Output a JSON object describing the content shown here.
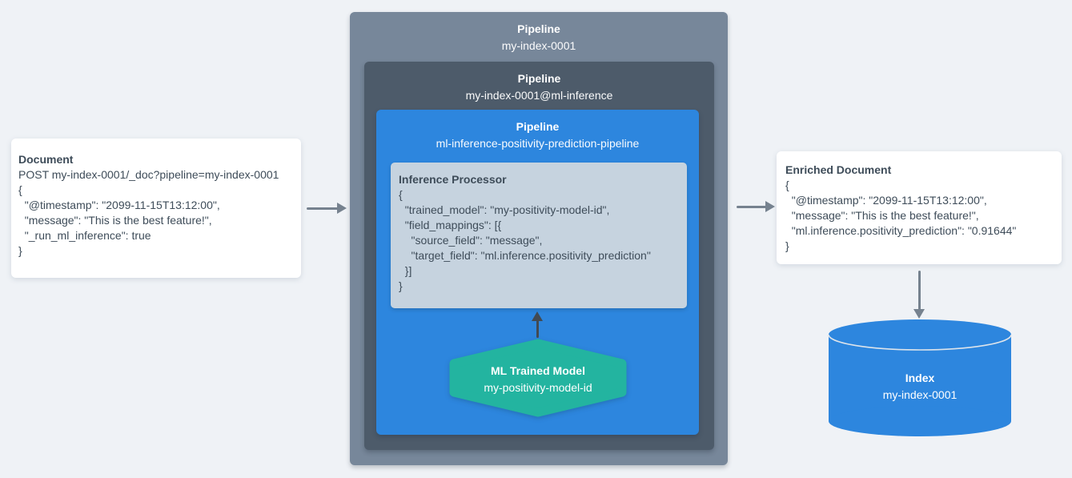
{
  "colors": {
    "background": "#EFF2F6",
    "card_bg": "#FFFFFF",
    "text_dark": "#3E4C59",
    "pipeline_outer_bg": "#77879A",
    "pipeline_mid_bg": "#4D5B6A",
    "pipeline_inner_bg": "#2D86DE",
    "processor_bg": "#C6D3DF",
    "model_hexagon_bg": "#23B4A0",
    "index_cylinder_bg": "#2D86DE",
    "arrow_gray": "#76828F",
    "arrow_dark": "#424A52"
  },
  "document_card": {
    "title": "Document",
    "lines": [
      "POST my-index-0001/_doc?pipeline=my-index-0001",
      "{",
      "  \"@timestamp\": \"2099-11-15T13:12:00\",",
      "  \"message\": \"This is the best feature!\",",
      "  \"_run_ml_inference\": true",
      "}"
    ]
  },
  "pipelines": {
    "outer": {
      "label": "Pipeline",
      "name": "my-index-0001"
    },
    "mid": {
      "label": "Pipeline",
      "name": "my-index-0001@ml-inference"
    },
    "inner": {
      "label": "Pipeline",
      "name": "ml-inference-positivity-prediction-pipeline"
    }
  },
  "inference_processor": {
    "title": "Inference Processor",
    "lines": [
      "{",
      "  \"trained_model\": \"my-positivity-model-id\",",
      "  \"field_mappings\": [{",
      "    \"source_field\": \"message\",",
      "    \"target_field\": \"ml.inference.positivity_prediction\"",
      "  }]",
      "}"
    ]
  },
  "ml_model": {
    "title": "ML Trained Model",
    "name": "my-positivity-model-id"
  },
  "enriched_card": {
    "title": "Enriched Document",
    "lines": [
      "{",
      "  \"@timestamp\": \"2099-11-15T13:12:00\",",
      "  \"message\": \"This is the best feature!\",",
      "  \"ml.inference.positivity_prediction\": \"0.91644\"",
      "}"
    ]
  },
  "index": {
    "title": "Index",
    "name": "my-index-0001"
  }
}
